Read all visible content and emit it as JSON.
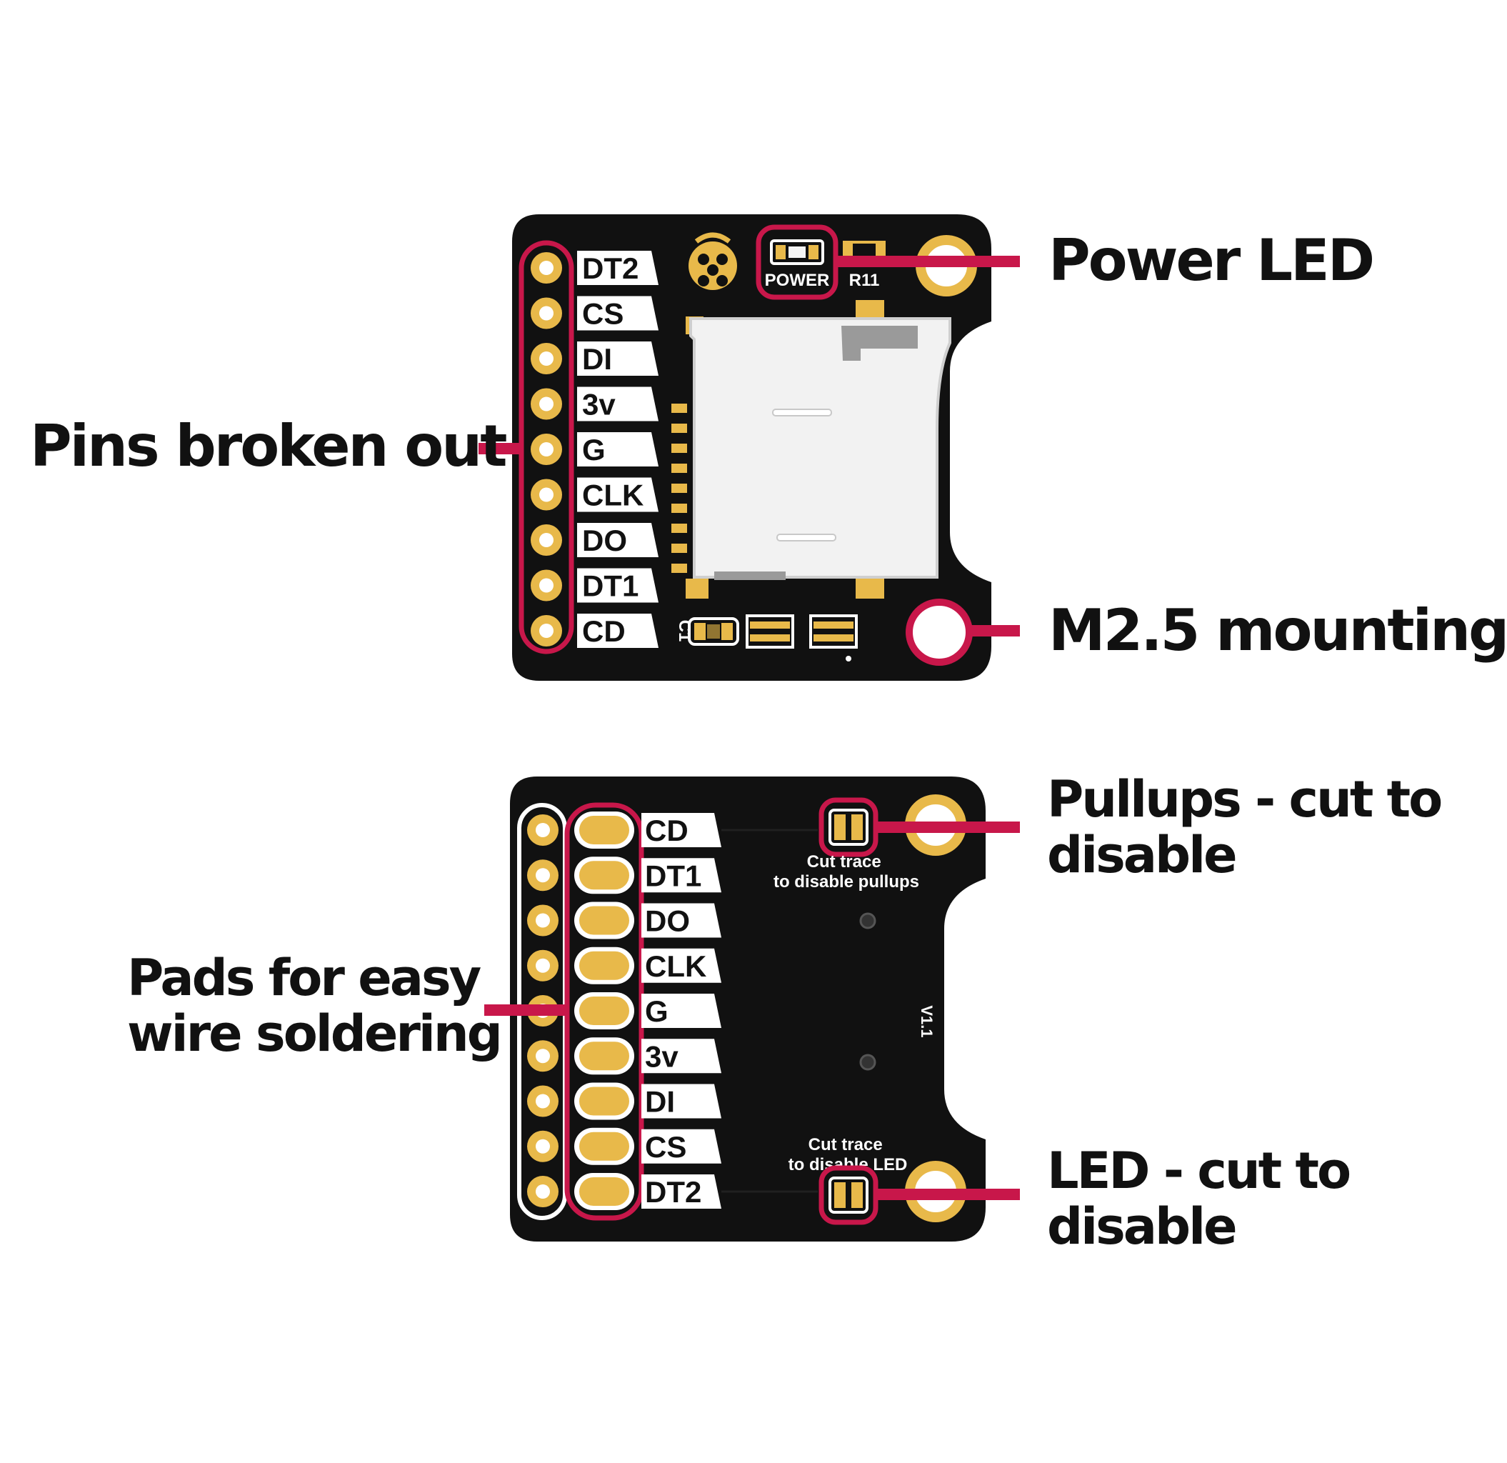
{
  "callouts": {
    "power_led": "Power LED",
    "pins_broken_out": "Pins broken out",
    "mounting": "M2.5 mounting",
    "pullups_line1": "Pullups - cut to",
    "pullups_line2": "disable",
    "pads_line1": "Pads for easy",
    "pads_line2": "wire soldering",
    "led_line1": "LED - cut to",
    "led_line2": "disable"
  },
  "front_board": {
    "pin_labels": [
      "DT2",
      "CS",
      "DI",
      "3v",
      "G",
      "CLK",
      "DO",
      "DT1",
      "CD"
    ],
    "power_label": "POWER",
    "resistor_label": "R11",
    "cap_label": "C1"
  },
  "back_board": {
    "pin_labels": [
      "CD",
      "DT1",
      "DO",
      "CLK",
      "G",
      "3v",
      "DI",
      "CS",
      "DT2"
    ],
    "pullup_note_line1": "Cut trace",
    "pullup_note_line2": "to disable pullups",
    "led_note_line1": "Cut trace",
    "led_note_line2": "to disable LED",
    "version": "V1.1"
  },
  "colors": {
    "pcb": "#111111",
    "gold": "#e8b94a",
    "highlight": "#c8174a",
    "silk": "#ffffff"
  }
}
